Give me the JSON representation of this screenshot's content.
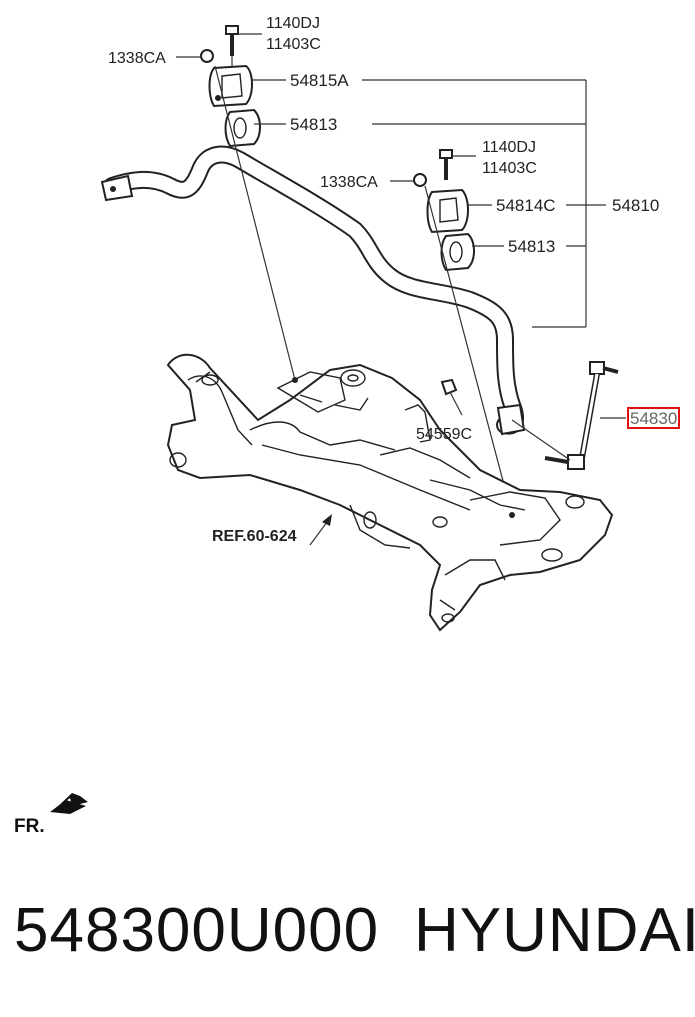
{
  "callouts": {
    "bolt_top": [
      "1140DJ",
      "11403C"
    ],
    "nut_top": "1338CA",
    "bracket_top": "54815A",
    "bushing_top": "54813",
    "bolt_mid": [
      "1140DJ",
      "11403C"
    ],
    "nut_mid": "1338CA",
    "bracket_mid": "54814C",
    "bar_assembly": "54810",
    "bushing_mid": "54813",
    "link_nut": "54559C",
    "link": "54830",
    "subframe_ref": "REF.60-624",
    "front_indicator": "FR."
  },
  "caption": {
    "part_number": "548300U000",
    "brand": "HYUNDAI"
  },
  "colors": {
    "highlight_box": "#e01010",
    "line": "#333333"
  }
}
